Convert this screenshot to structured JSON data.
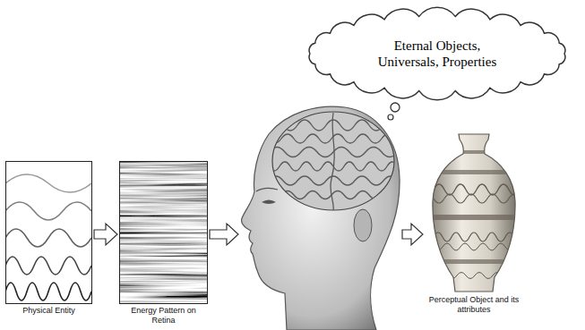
{
  "diagram": {
    "nodes": [
      {
        "text": [
          "Physical Entity"
        ]
      },
      {
        "text": [
          "Energy Pattern on Retina"
        ]
      },
      {
        "text": []
      },
      {
        "text": [
          "Eternal Objects, Universals, Properties"
        ]
      },
      {
        "text": [
          "Perceptual Object and its attributes"
        ]
      }
    ],
    "edges": [
      {
        "from": 0,
        "to": 1,
        "arrow": "to"
      },
      {
        "from": 1,
        "to": 2,
        "arrow": "to"
      },
      {
        "from": 2,
        "to": 4,
        "arrow": "to"
      }
    ]
  }
}
